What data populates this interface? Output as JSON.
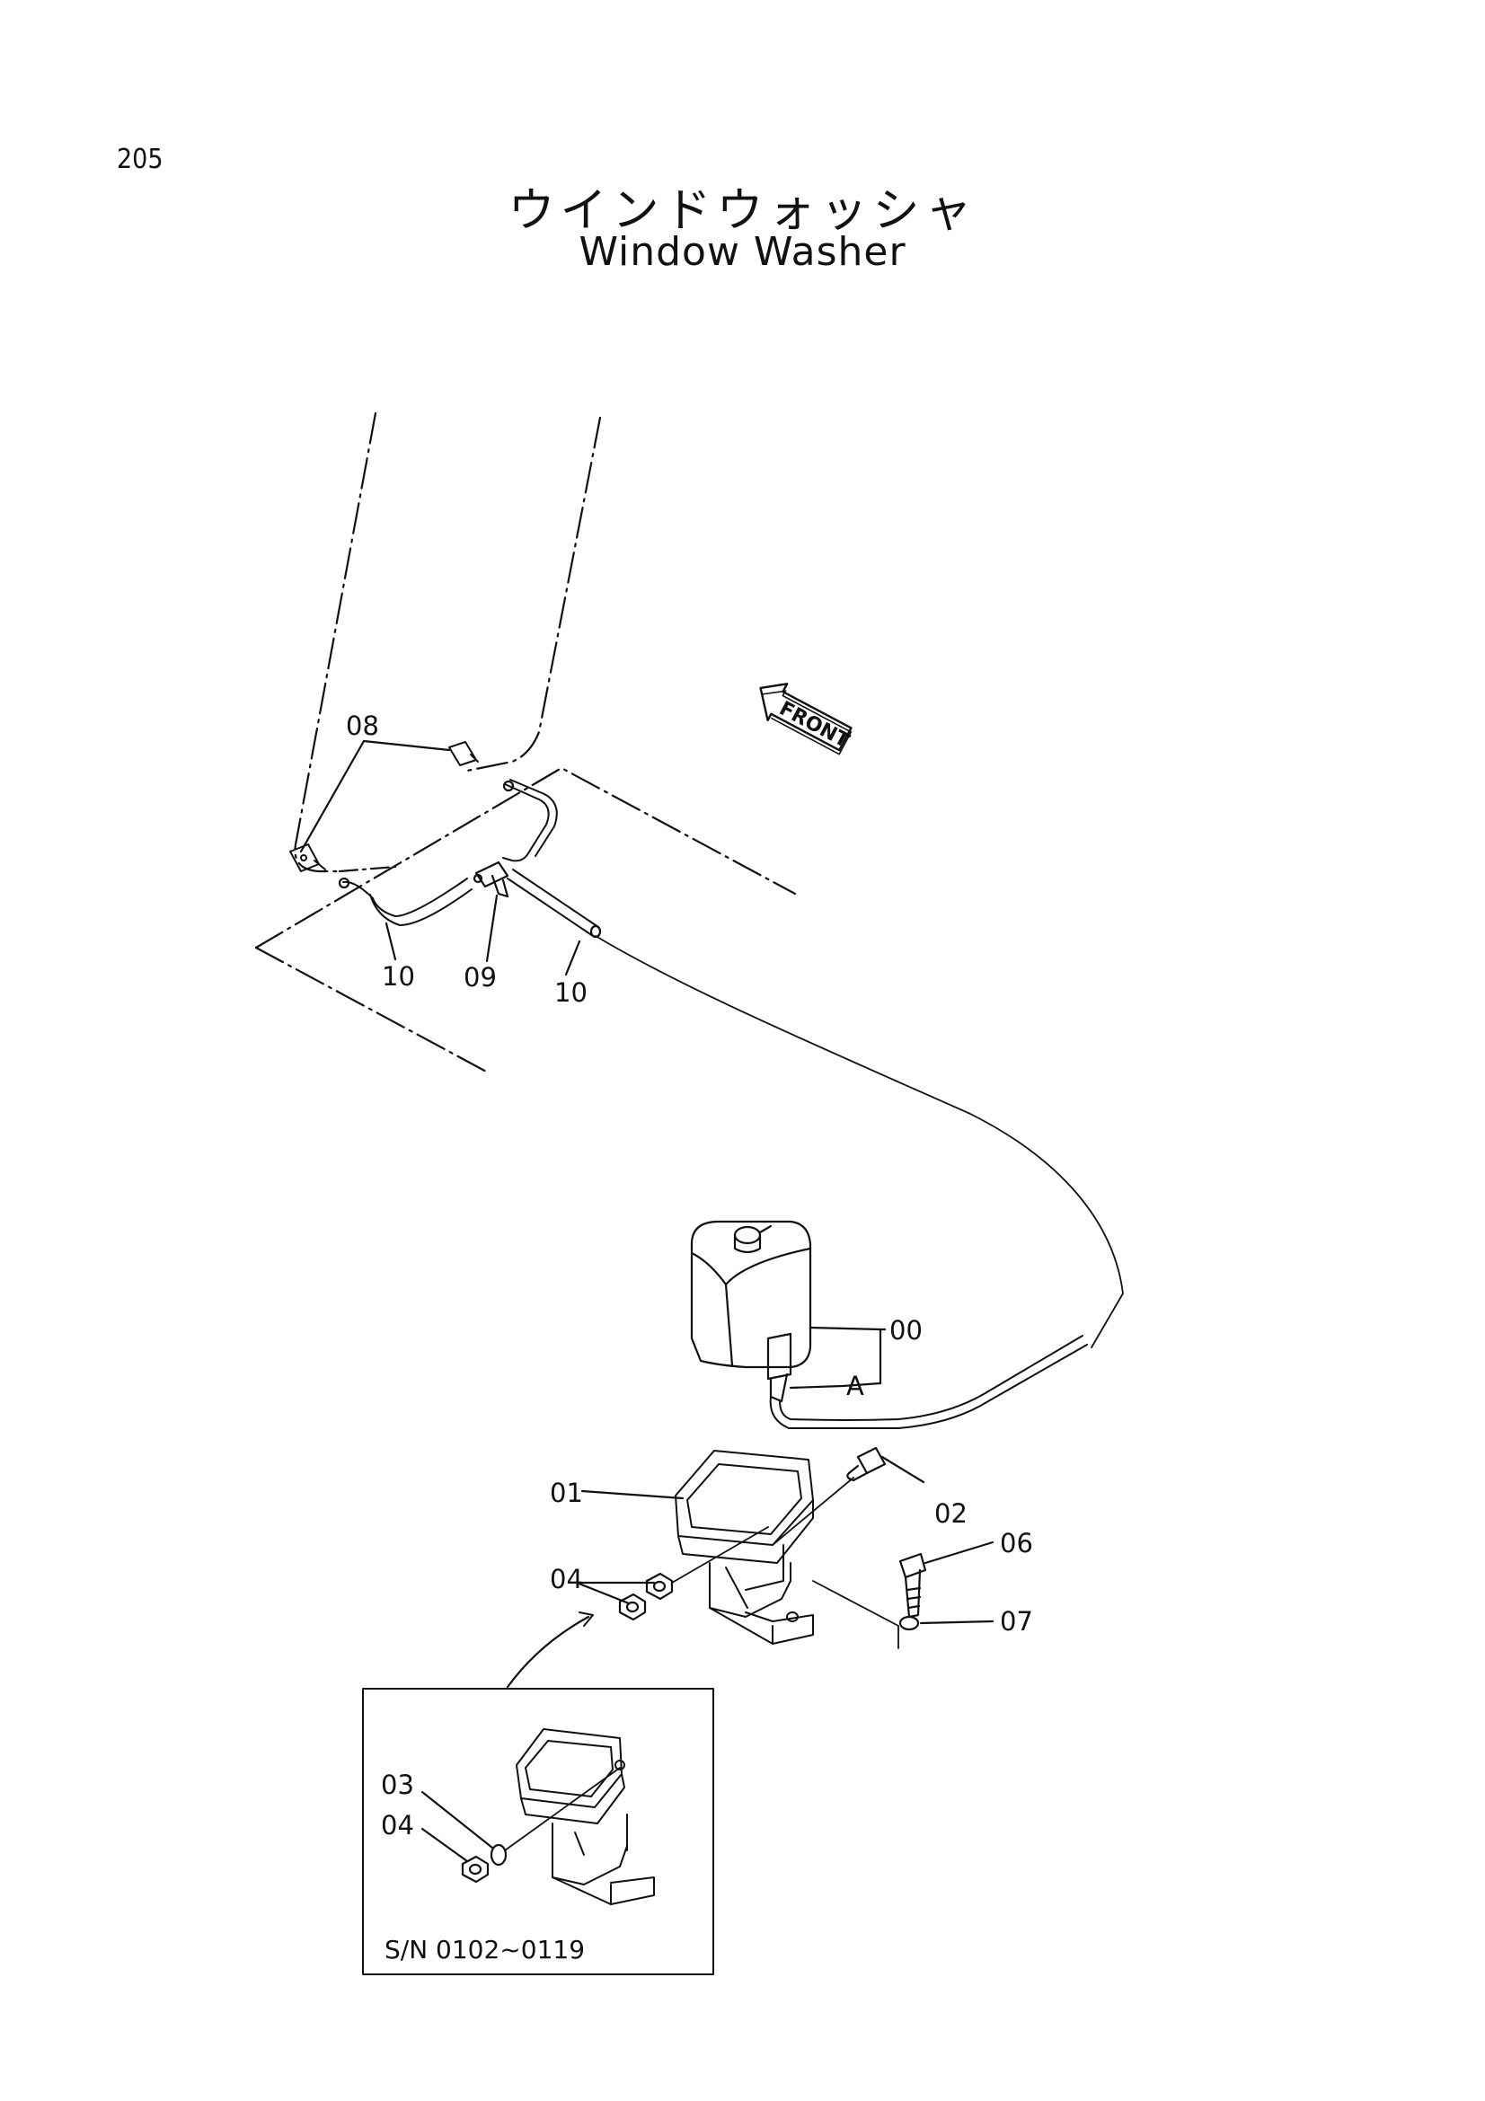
{
  "page_number": "205",
  "title_jp": "ウインドウォッシャ",
  "title_en": "Window Washer",
  "front_label": "FRONT",
  "inset_caption": "S/N  0102~0119",
  "part_labels": {
    "p00": "00",
    "pA": "A",
    "p01": "01",
    "p02": "02",
    "p03": "03",
    "p04_main": "04",
    "p04_inset": "04",
    "p06": "06",
    "p07": "07",
    "p08": "08",
    "p09": "09",
    "p10_left": "10",
    "p10_right": "10"
  },
  "colors": {
    "ink": "#111111",
    "paper": "#ffffff"
  }
}
